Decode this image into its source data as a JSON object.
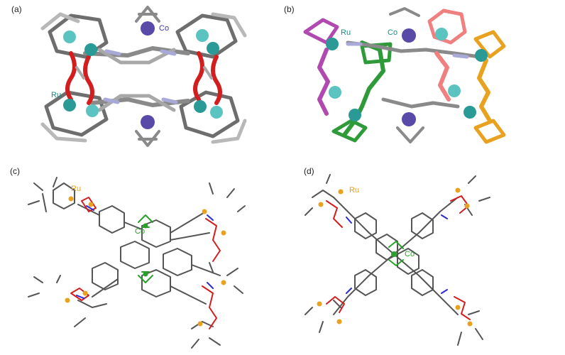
{
  "figure": {
    "panels": [
      {
        "id": "a",
        "label": "(a)",
        "atom_labels": [
          "Co",
          "Ru"
        ]
      },
      {
        "id": "b",
        "label": "(b)",
        "atom_labels": [
          "Ru",
          "Co"
        ]
      },
      {
        "id": "c",
        "label": "(c)",
        "atom_labels": [
          "Ru",
          "Co"
        ]
      },
      {
        "id": "d",
        "label": "(d)",
        "atom_labels": [
          "Ru",
          "Co"
        ]
      }
    ],
    "colors": {
      "co_ball": "#5a4aa8",
      "ru_ball": "#2a9a96",
      "ru_ball_light": "#5cc4c0",
      "frame_gray": "#6e6e6e",
      "frame_light": "#a8a8a8",
      "oxalate_red": "#d21e1e",
      "nitrogen": "#a9a9d8",
      "magenta": "#b04ab0",
      "green": "#2f9a3a",
      "orange": "#e8a21f",
      "label_co_panel_a": "#3a3aa8",
      "label_ru_teal": "#1d8a8a",
      "label_ru_wire": "#e8a21f",
      "label_co_wire": "#2aa02a"
    }
  }
}
